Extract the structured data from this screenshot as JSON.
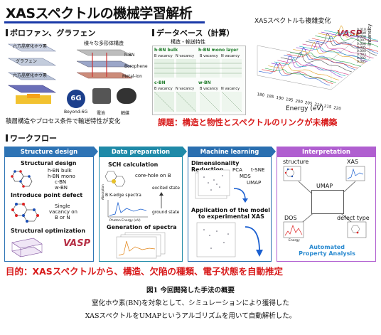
{
  "header": {
    "title": "XASスペクトルの機械学習解析"
  },
  "borophene": {
    "heading": "ボロファン、グラフェン",
    "label_left1": "六方晶窒化ホウ素",
    "label_left2": "グラフェン",
    "label_left3": "六方晶窒化ホウ素",
    "multi_structure": "様々な多形体構造",
    "hbn": "h-BN",
    "borophene": "Borophene",
    "metalion": "Metal-ion",
    "beyond6g_badge": "6G",
    "beyond6g": "Beyond-6G",
    "battery": "電池",
    "catalyst": "触媒",
    "note": "積層構造やプロセス条件で輸送特性が変化"
  },
  "database": {
    "heading": "データベース（計算）",
    "sub": "構造・輸送特性",
    "hbn_bulk": "h-BN bulk",
    "hbn_mono": "h-BN mono layer",
    "b_vac": "B vacancy",
    "n_vac": "N vacancy",
    "cbn": "c-BN",
    "wbn": "w-BN"
  },
  "spectra3d": {
    "title": "XASスペクトルも複雑変化",
    "ylabel": "Intensity",
    "xlabel": "Energy (eV)",
    "xticks": [
      "180",
      "185",
      "190",
      "195",
      "200",
      "205",
      "210",
      "215",
      "220"
    ],
    "yticks": [
      "0.010",
      "0.009",
      "0.008",
      "0.007",
      "0.006",
      "0.005",
      "0.004",
      "0.003",
      "0.002",
      "0.001"
    ]
  },
  "challenge": {
    "text": "課題：構造と物性とスペクトルのリンクが未構築"
  },
  "workflow": {
    "heading": "ワークフロー",
    "structure": {
      "header": "Structure design",
      "sd": "Structural design",
      "list1": "h-BN bulk",
      "list2": "h-BN mono",
      "list3": "c-BN",
      "list4": "w-BN",
      "defect": "Introduce point defect",
      "single1": "Single",
      "single2": "vacancy on",
      "single3": "B or N",
      "opt": "Structural optimization",
      "logo": "VASP"
    },
    "data": {
      "header": "Data preparation",
      "sch": "SCH calculation",
      "corehole": "core-hole on B",
      "excited": "excited state",
      "ground": "ground state",
      "bk": "B K-edge spectra",
      "absorption": "Absorption",
      "photon": "Photon Energy (eV)",
      "gen": "Generation of spectra"
    },
    "ml": {
      "header": "Machine learning",
      "dr": "Dimensionality Reduction",
      "pca": "PCA",
      "tsne": "t-SNE",
      "mds": "MDS",
      "umap": "UMAP",
      "app1": "Application of the model",
      "app2": "to experimental XAS"
    },
    "interp": {
      "header": "Interpretation",
      "structure": "structure",
      "xas": "XAS",
      "umap": "UMAP",
      "dos": "DOS",
      "defect": "defect type",
      "energy": "Energy",
      "auto1": "Automated",
      "auto2": "Property Analysis"
    }
  },
  "goal": {
    "text": "目的：XASスペクトルから、構造、欠陥の種類、電子状態を自動推定"
  },
  "caption": {
    "line1": "図1 今回開発した手法の概要",
    "line2": "窒化ホウ素(BN)を対象として、シミュレーションにより獲得した",
    "line3": "XASスペクトルをUMAPというアルゴリズムを用いて自動解析した。"
  },
  "colors": {
    "blue_header": "#2e74b5",
    "teal_header": "#1f8aa8",
    "ml_header": "#2a6fb0",
    "interp_header": "#b05fd0",
    "red": "#d81a1a",
    "underline": "#1a3aa8"
  }
}
